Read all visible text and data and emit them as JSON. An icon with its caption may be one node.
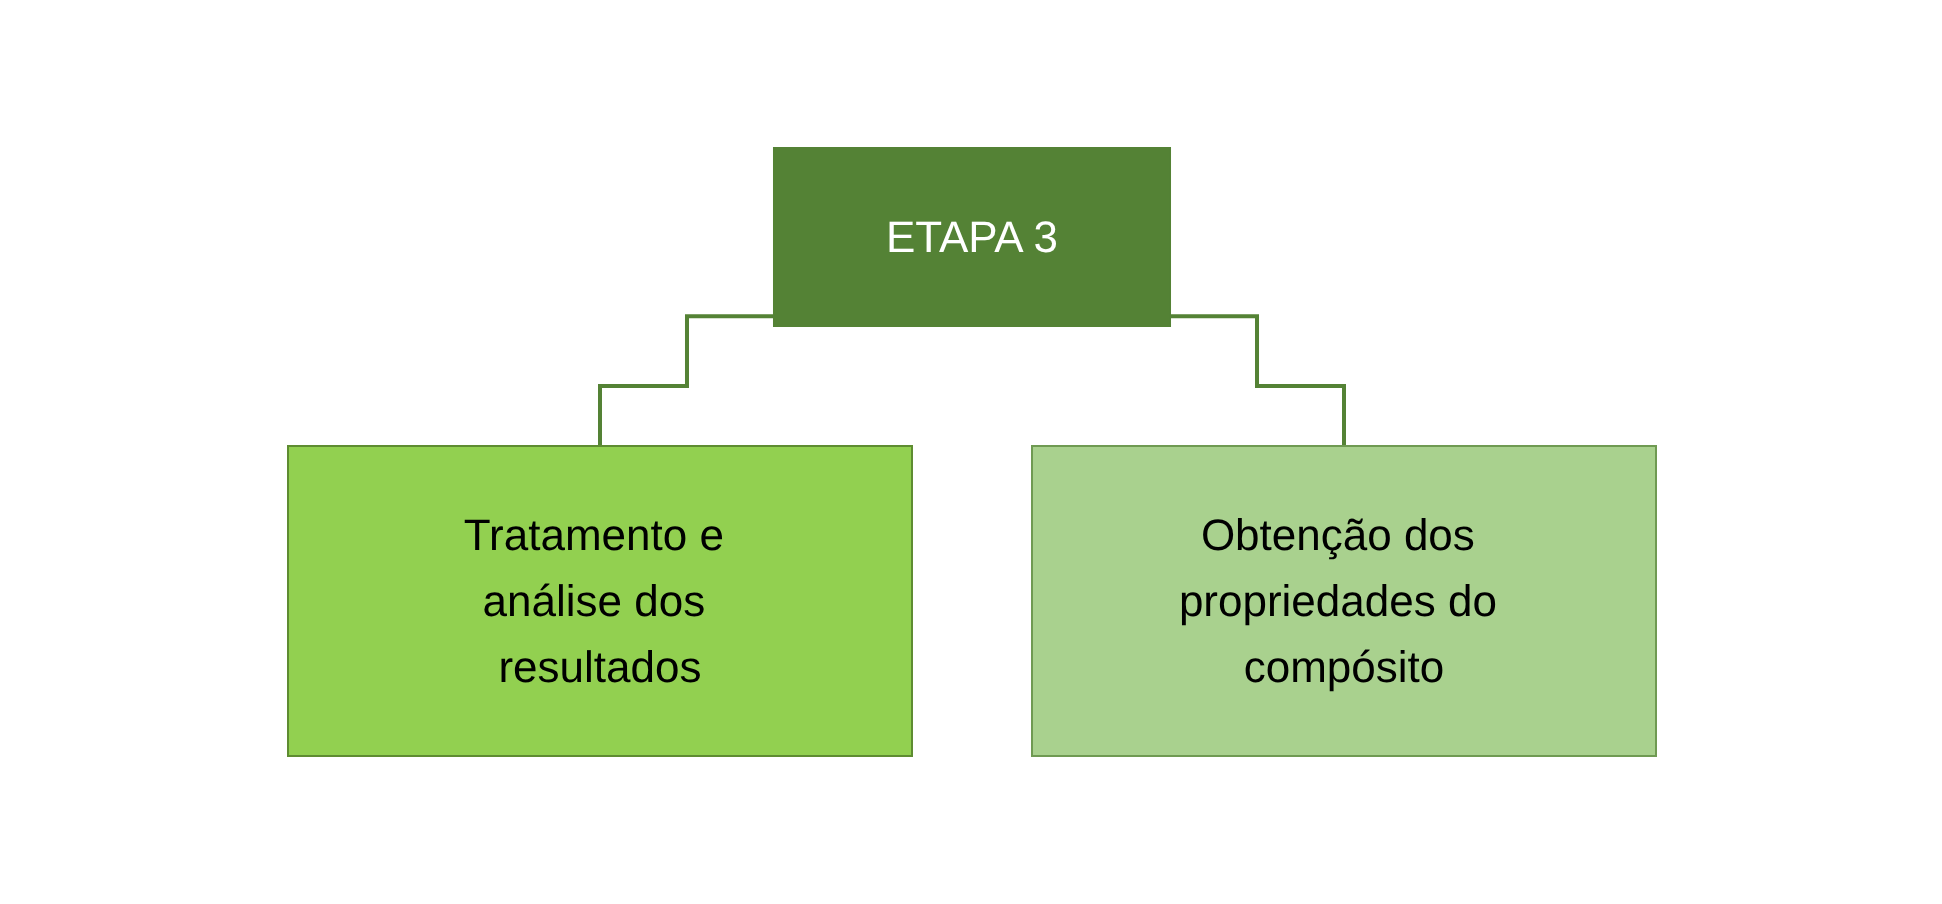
{
  "diagram": {
    "nodes": [
      {
        "text": [
          "ETAPA 3"
        ]
      },
      {
        "text": [
          "Tratamento e análise dos resultados"
        ]
      },
      {
        "text": [
          "Obtenção dos propriedades do compósito"
        ]
      }
    ],
    "edges": [
      {
        "from": 0,
        "to": 1,
        "arrow": "none"
      },
      {
        "from": 0,
        "to": 2,
        "arrow": "none"
      }
    ]
  }
}
